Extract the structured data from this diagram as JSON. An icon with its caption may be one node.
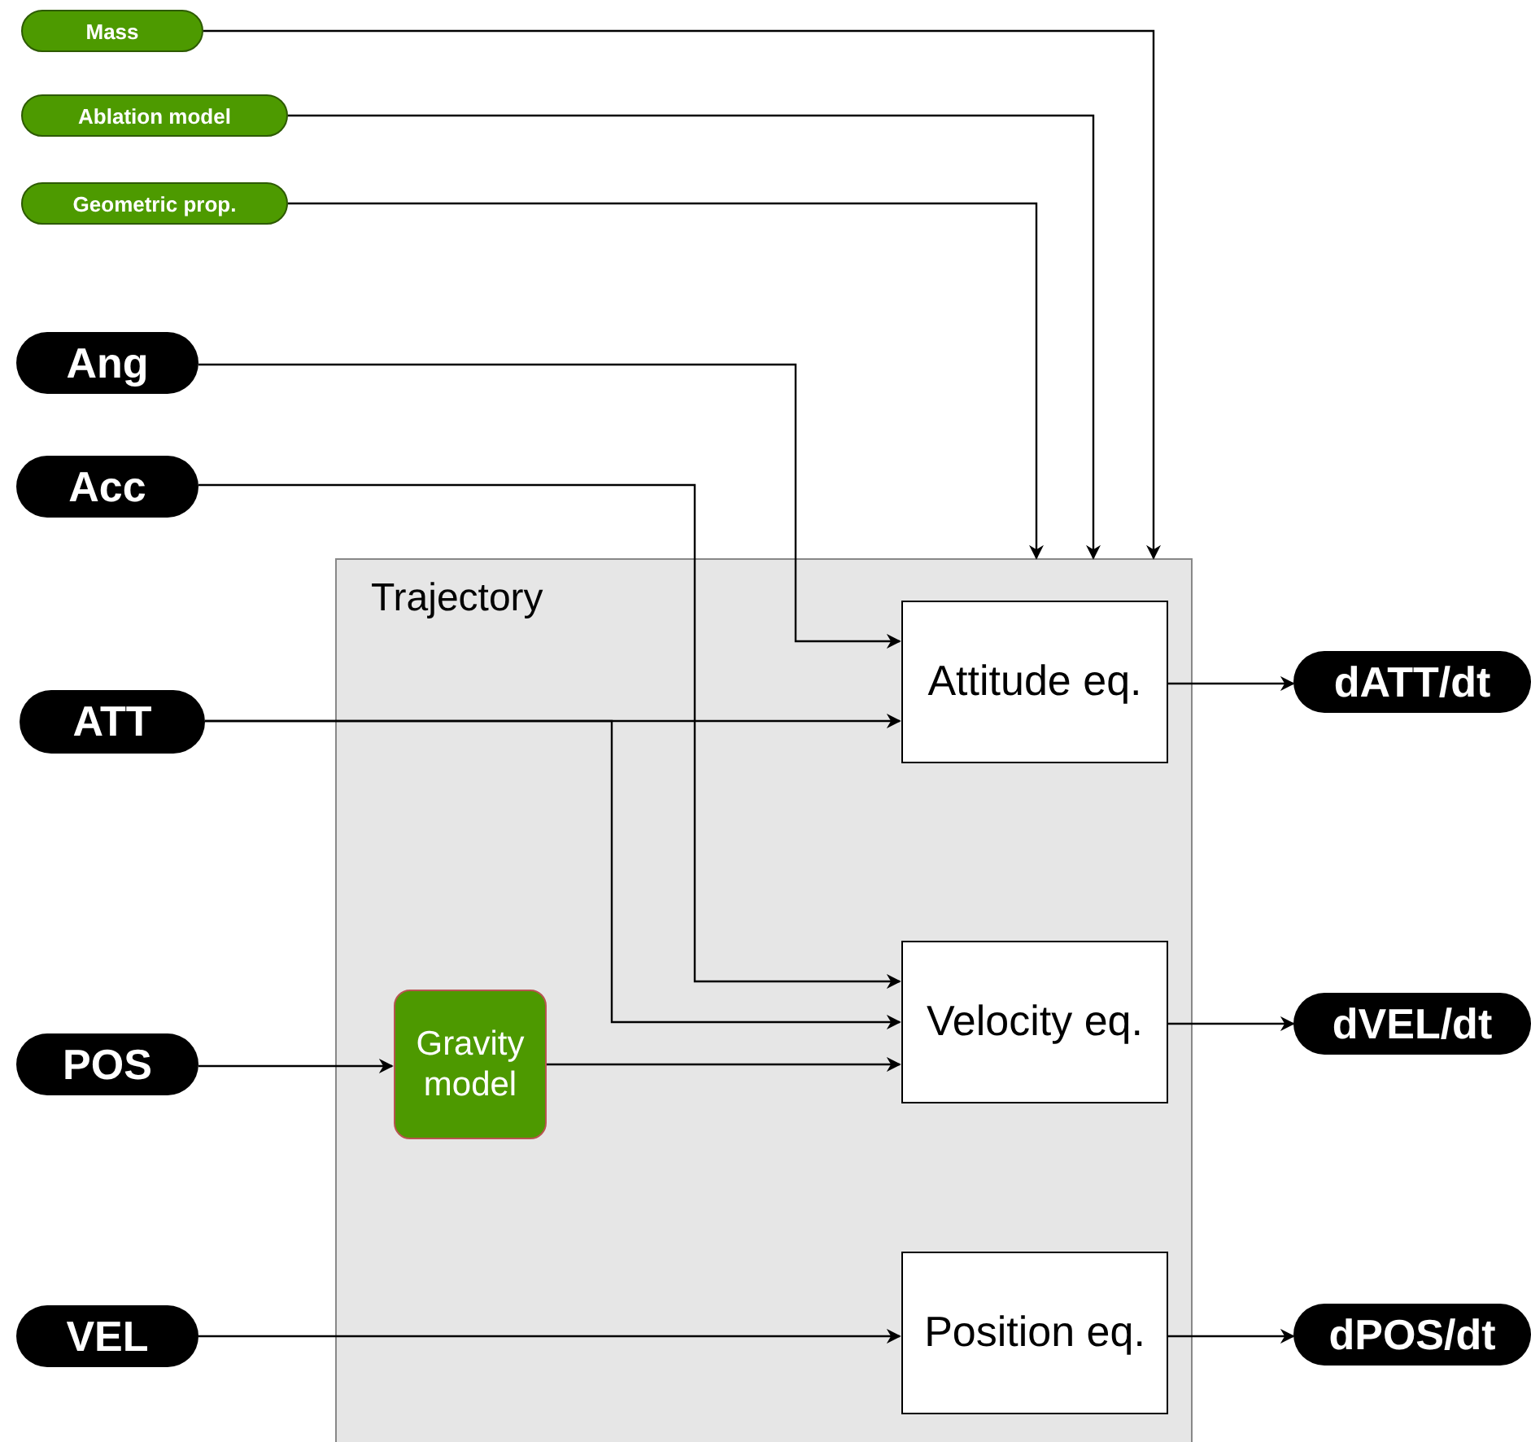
{
  "diagram": {
    "nodes": [
      {
        "text": [
          "Mass"
        ]
      },
      {
        "text": [
          "Ablation model"
        ]
      },
      {
        "text": [
          "Geometric prop."
        ]
      },
      {
        "text": [
          "Ang"
        ]
      },
      {
        "text": [
          "Acc"
        ]
      },
      {
        "text": [
          "Trajectory"
        ]
      },
      {
        "text": [
          "Attitude eq."
        ],
        "in": 5
      },
      {
        "text": [
          "ATT"
        ]
      },
      {
        "text": [
          "dATT/dt"
        ]
      },
      {
        "text": [
          "Velocity eq."
        ],
        "in": 5
      },
      {
        "text": [
          "dVEL/dt"
        ]
      },
      {
        "text": [
          "POS"
        ]
      },
      {
        "text": [
          "Gravity model"
        ],
        "in": 5
      },
      {
        "text": [
          "VEL"
        ]
      },
      {
        "text": [
          "Position eq."
        ],
        "in": 5
      },
      {
        "text": [
          "dPOS/dt"
        ]
      }
    ],
    "edges": [
      {
        "from": 0,
        "to": 5,
        "arrow": "to"
      },
      {
        "from": 1,
        "to": 5,
        "arrow": "to"
      },
      {
        "from": 2,
        "to": 5,
        "arrow": "to"
      },
      {
        "from": 3,
        "to": 6,
        "arrow": "to"
      },
      {
        "from": 7,
        "to": 6,
        "arrow": "to"
      },
      {
        "from": 4,
        "to": 9,
        "arrow": "to"
      },
      {
        "from": 7,
        "to": 9,
        "arrow": "to"
      },
      {
        "from": 11,
        "to": 12,
        "arrow": "to"
      },
      {
        "from": 12,
        "to": 9,
        "arrow": "to"
      },
      {
        "from": 13,
        "to": 14,
        "arrow": "to"
      },
      {
        "from": 6,
        "to": 8,
        "arrow": "to"
      },
      {
        "from": 9,
        "to": 10,
        "arrow": "to"
      },
      {
        "from": 14,
        "to": 15,
        "arrow": "to"
      }
    ]
  }
}
